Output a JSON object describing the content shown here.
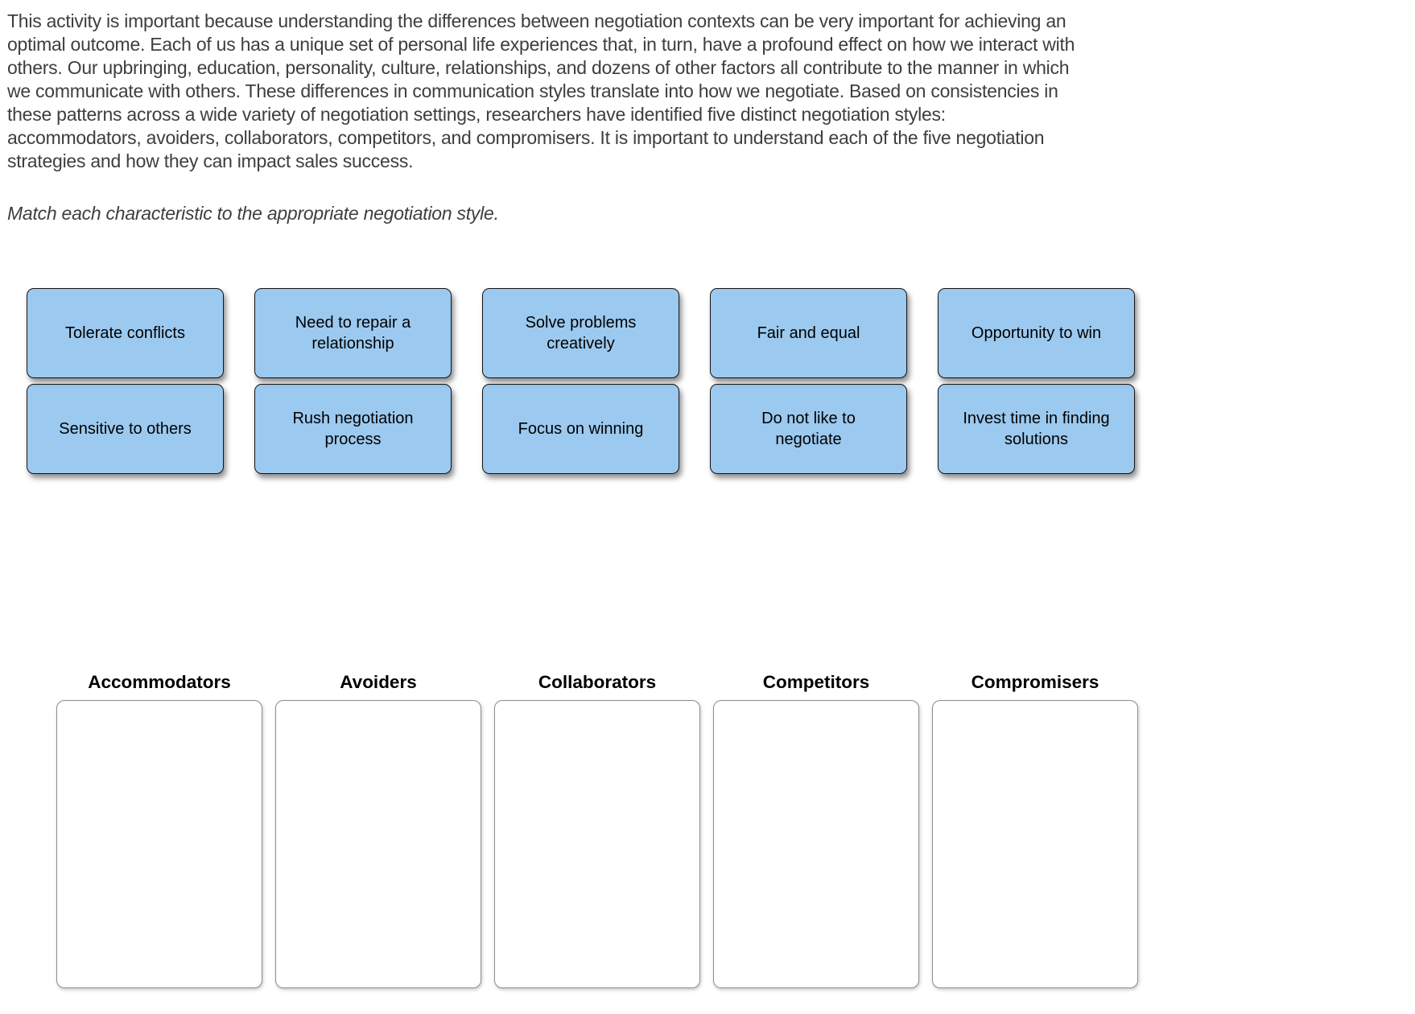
{
  "intro": {
    "lines": [
      "This activity is important because understanding the differences between negotiation contexts can be very important for achieving an",
      "optimal outcome. Each of us has a unique set of personal life experiences that, in turn, have a profound effect on how we interact with",
      "others. Our upbringing, education, personality, culture, relationships, and dozens of other factors all contribute to the manner in which",
      "we communicate with others. These differences in communication styles translate into how we negotiate. Based on consistencies in",
      "these patterns across a wide variety of negotiation settings, researchers have identified five distinct negotiation styles:",
      "accommodators, avoiders, collaborators, competitors, and compromisers. It is important to understand each of the five negotiation",
      "strategies and how they can impact sales success."
    ]
  },
  "instruction": "Match each characteristic to the appropriate negotiation style.",
  "cards": {
    "row1": [
      "Tolerate conflicts",
      "Need to repair a relationship",
      "Solve problems creatively",
      "Fair and equal",
      "Opportunity to win"
    ],
    "row2": [
      "Sensitive to others",
      "Rush negotiation process",
      "Focus on winning",
      "Do not like to negotiate",
      "Invest time in finding solutions"
    ]
  },
  "drop_zones": [
    {
      "label": "Accommodators"
    },
    {
      "label": "Avoiders"
    },
    {
      "label": "Collaborators"
    },
    {
      "label": "Competitors"
    },
    {
      "label": "Compromisers"
    }
  ],
  "colors": {
    "text": "#3E3E3E",
    "card_fill": "#9CC9EF",
    "card_border": "#141414",
    "zone_border": "#8E8E8E",
    "label": "#000000"
  }
}
